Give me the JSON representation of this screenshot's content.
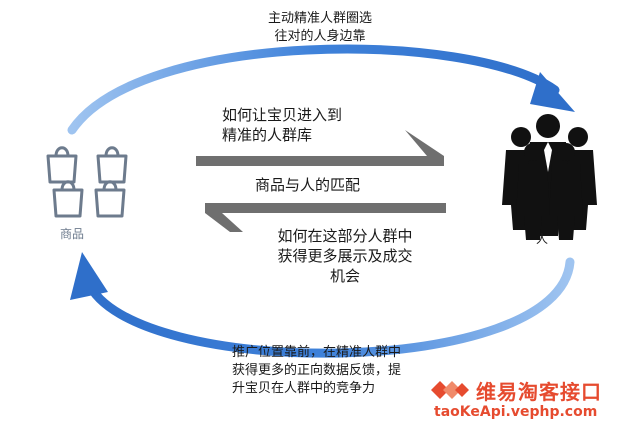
{
  "texts": {
    "top_caption": "主动精准人群圈选\n往对的人身边靠",
    "question_upper": "如何让宝贝进入到\n精准的人群库",
    "match_label": "商品与人的匹配",
    "question_lower": "如何在这部分人群中\n获得更多展示及成交\n机会",
    "bottom_caption": "推广位置靠前，在精准人群中\n获得更多的正向数据反馈，提\n升宝贝在人群中的竞争力",
    "goods_label": "商品",
    "people_label": "人"
  },
  "watermark": {
    "name": "维易淘客接口",
    "url": "taoKeApi.vephp.com",
    "color": "#e64b2f"
  },
  "colors": {
    "arrow_blue": "#3a7bd5",
    "bag_gray": "#6d7b8d",
    "people": "#111111",
    "bar_gray": "#6f6f6f"
  }
}
